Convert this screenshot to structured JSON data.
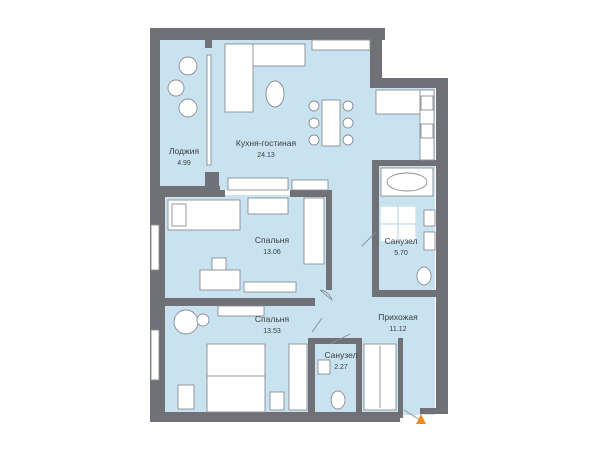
{
  "rooms": {
    "loggia": {
      "name": "Лоджия",
      "area": "4.99"
    },
    "kitchen": {
      "name": "Кухня-гостиная",
      "area": "24.13"
    },
    "bedroom1": {
      "name": "Спальня",
      "area": "13.06"
    },
    "bedroom2": {
      "name": "Спальня",
      "area": "13.53"
    },
    "bath1": {
      "name": "Санузел",
      "area": "5.70"
    },
    "bath2": {
      "name": "Санузел",
      "area": "2.27"
    },
    "hall": {
      "name": "Прихожая",
      "area": "11.12"
    }
  },
  "colors": {
    "floor": "#c9e2ef",
    "wall": "#6f7176",
    "entrance_marker": "#f08a24"
  },
  "icons": [
    "entrance-arrow-icon",
    "sofa-icon",
    "bed-icon",
    "bathtub-icon",
    "toilet-icon",
    "stove-icon",
    "sink-icon",
    "armchair-icon",
    "desk-icon"
  ]
}
